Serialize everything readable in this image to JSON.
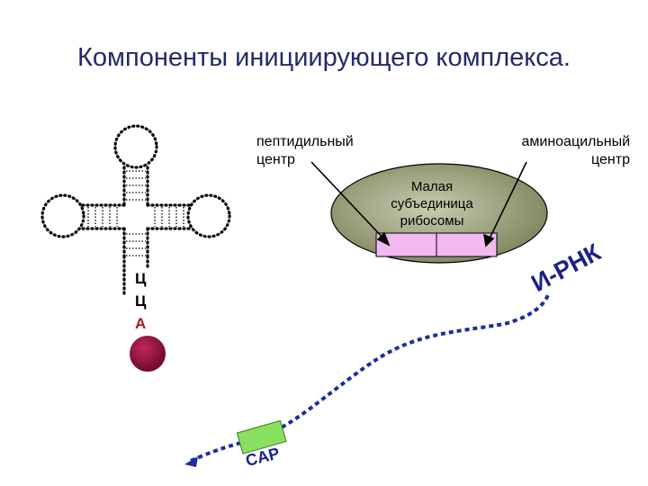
{
  "title": "Компоненты инициирующего комплекса.",
  "labels": {
    "peptidyl_line1": "пептидильный",
    "peptidyl_line2": "центр",
    "aminoacyl_line1": "аминоацильный",
    "aminoacyl_line2": "центр",
    "subunit_line1": "Малая",
    "subunit_line2": "субъединица",
    "subunit_line3": "рибосомы",
    "nucleotide_1": "Ц",
    "nucleotide_2": "Ц",
    "nucleotide_3": "А",
    "mrna": "И-РНК",
    "cap": "CAP"
  },
  "colors": {
    "title": "#222a6b",
    "ribosome_fill": "#8a8f6a",
    "site_fill": "#f2b8f0",
    "amino_acid": "#8b0a35",
    "mrna_line": "#1a2fa0",
    "cap_box": "#88e060",
    "adenine": "#a51c1c"
  }
}
